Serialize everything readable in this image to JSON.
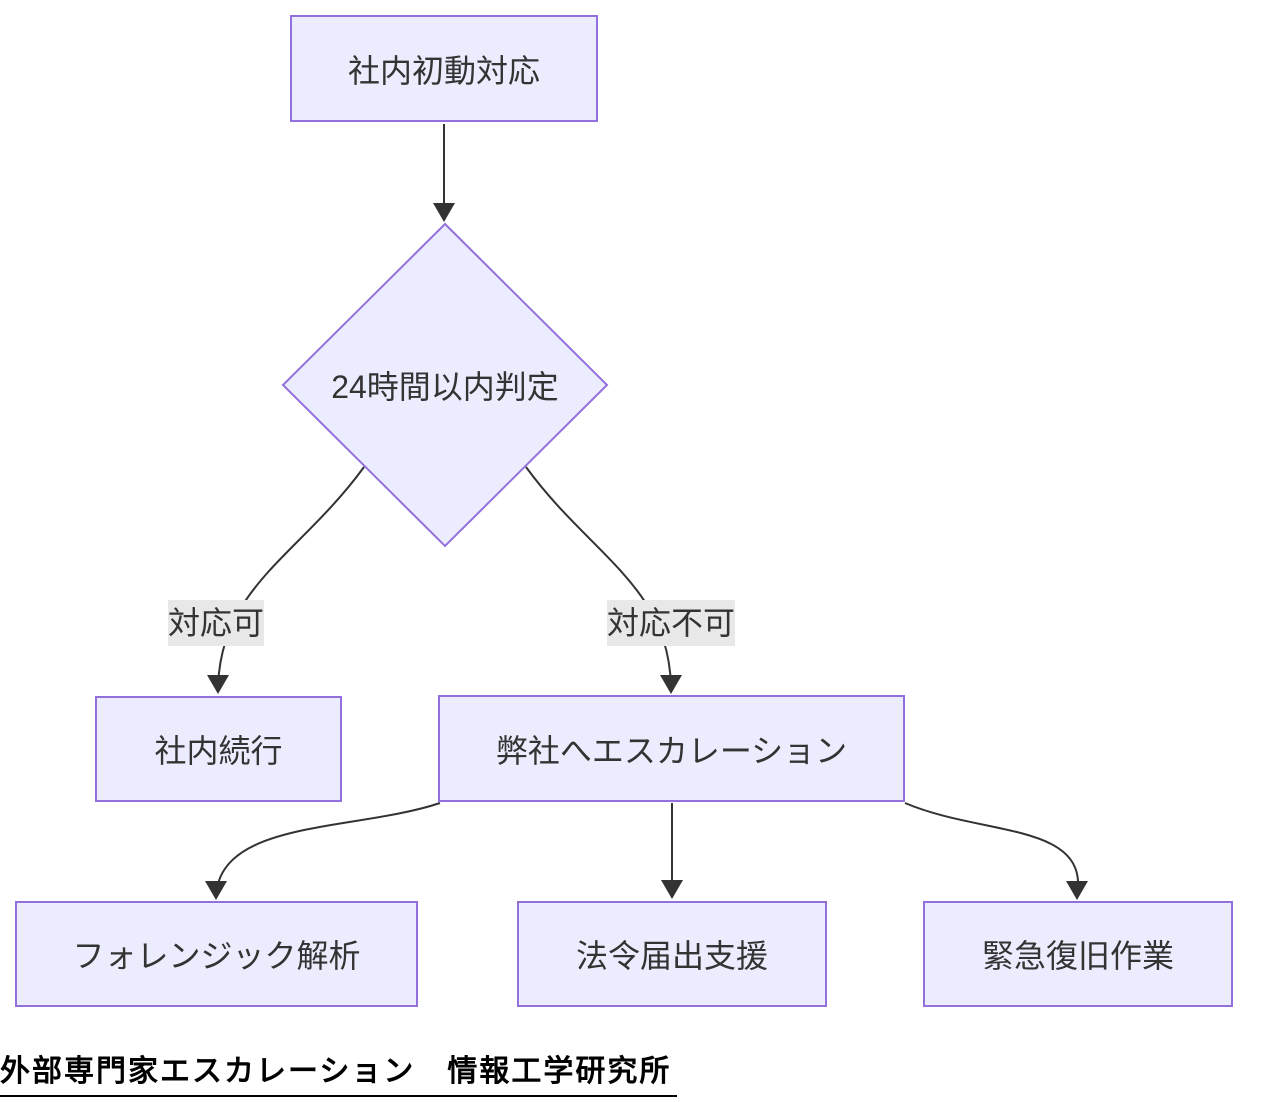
{
  "diagram": {
    "type": "flowchart",
    "direction": "top-down",
    "nodes": [
      {
        "id": "A",
        "shape": "rect",
        "label": "社内初動対応"
      },
      {
        "id": "B",
        "shape": "diamond",
        "label": "24時間以内判定"
      },
      {
        "id": "C",
        "shape": "rect",
        "label": "社内続行"
      },
      {
        "id": "D",
        "shape": "rect",
        "label": "弊社へエスカレーション"
      },
      {
        "id": "E",
        "shape": "rect",
        "label": "フォレンジック解析"
      },
      {
        "id": "F",
        "shape": "rect",
        "label": "法令届出支援"
      },
      {
        "id": "G",
        "shape": "rect",
        "label": "緊急復旧作業"
      }
    ],
    "edges": [
      {
        "from": "A",
        "to": "B",
        "label": ""
      },
      {
        "from": "B",
        "to": "C",
        "label": "対応可"
      },
      {
        "from": "B",
        "to": "D",
        "label": "対応不可"
      },
      {
        "from": "D",
        "to": "E",
        "label": ""
      },
      {
        "from": "D",
        "to": "F",
        "label": ""
      },
      {
        "from": "D",
        "to": "G",
        "label": ""
      }
    ],
    "colors": {
      "node_fill": "#ECECFF",
      "node_border": "#9370DB",
      "edge_stroke": "#333333",
      "edge_label_bg": "#e8e8e8",
      "text": "#333333"
    }
  },
  "caption": {
    "text": "外部専門家エスカレーション　情報工学研究所"
  }
}
